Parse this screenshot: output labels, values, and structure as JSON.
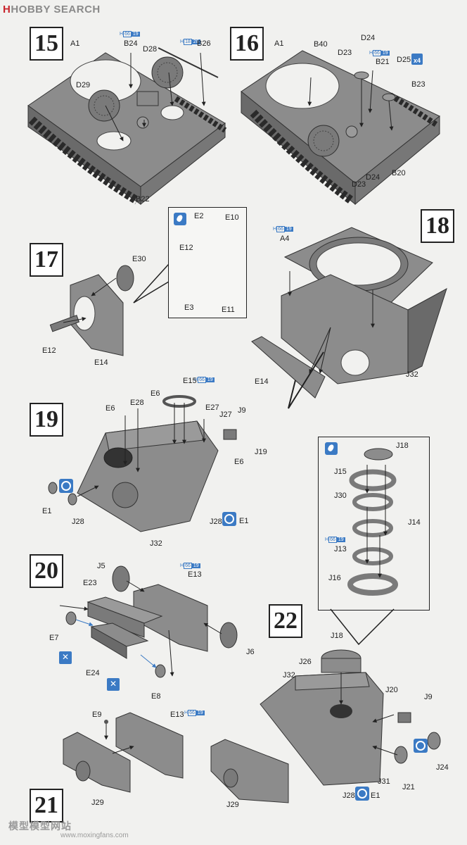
{
  "logo": {
    "brand": "H",
    "text": "HOBBY SEARCH"
  },
  "steps": {
    "s15": "15",
    "s16": "16",
    "s17": "17",
    "s18": "18",
    "s19": "19",
    "s20": "20",
    "s21": "21",
    "s22": "22"
  },
  "refs": {
    "h66_19": "19",
    "h66": "66",
    "h": "H",
    "h18_28": "28",
    "h18": "18"
  },
  "labels": {
    "l15": [
      "A1",
      "B24",
      "D28",
      "B26",
      "D29",
      "B22"
    ],
    "l16": [
      "A1",
      "B40",
      "D24",
      "D23",
      "B21",
      "D25",
      "B23",
      "D24",
      "B20",
      "D23"
    ],
    "x4": "4",
    "l17": [
      "E30",
      "E12",
      "E14",
      "E2",
      "E10",
      "E12",
      "E3",
      "E11"
    ],
    "l18": [
      "A4",
      "E14",
      "J32"
    ],
    "l19": [
      "E15",
      "E6",
      "E28",
      "E6",
      "E27",
      "J27",
      "J9",
      "J19",
      "E6",
      "E1",
      "J28",
      "J28",
      "E1",
      "J32"
    ],
    "l20": [
      "J5",
      "E13",
      "E23",
      "E7",
      "J6",
      "E24",
      "E8"
    ],
    "l21": [
      "E9",
      "E13",
      "J29"
    ],
    "l22": [
      "J18",
      "J15",
      "J30",
      "J14",
      "J13",
      "J16",
      "J18",
      "J26",
      "J32",
      "J20",
      "J9",
      "J24",
      "J21",
      "J31",
      "J28",
      "E1",
      "J29"
    ]
  },
  "colors": {
    "part": "#8c8c8c",
    "partDark": "#6a6a6a",
    "accent": "#3b7ac4",
    "line": "#222222"
  },
  "watermark": {
    "main": "模型模型网站",
    "url": "www.moxingfans.com"
  }
}
